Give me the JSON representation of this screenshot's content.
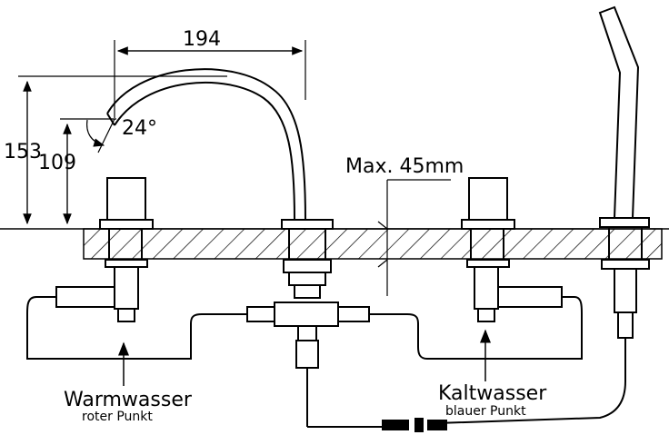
{
  "dimensions": {
    "spout_reach": "194",
    "total_height": "153",
    "spout_height": "109",
    "swivel_angle": "24°",
    "max_deck_thickness": "Max. 45mm"
  },
  "labels": {
    "warm_title": "Warmwasser",
    "warm_sub": "roter Punkt",
    "cold_title": "Kaltwasser",
    "cold_sub": "blauer Punkt"
  },
  "colors": {
    "line": "#000000",
    "background": "#ffffff"
  }
}
